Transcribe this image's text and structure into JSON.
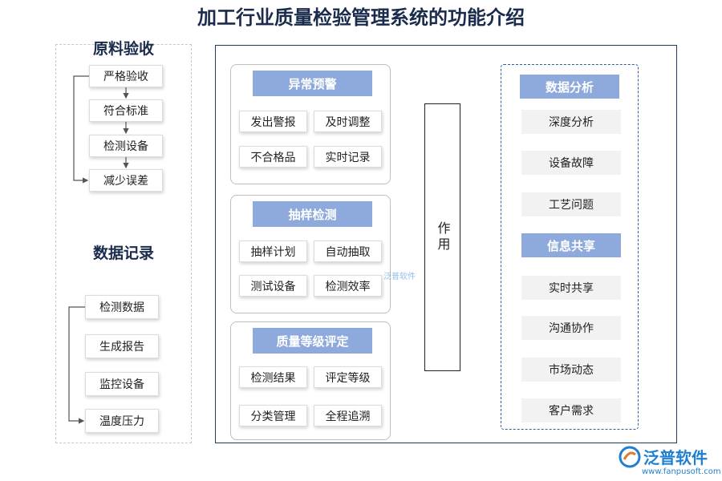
{
  "title": "加工行业质量检验管理系统的功能介绍",
  "raw_material": {
    "heading": "原料验收",
    "items": [
      "严格验收",
      "符合标准",
      "检测设备",
      "减少误差"
    ]
  },
  "data_record": {
    "heading": "数据记录",
    "items": [
      "检测数据",
      "生成报告",
      "监控设备",
      "温度压力"
    ]
  },
  "groups": [
    {
      "heading": "异常预警",
      "items": [
        "发出警报",
        "及时调整",
        "不合格品",
        "实时记录"
      ]
    },
    {
      "heading": "抽样检测",
      "items": [
        "抽样计划",
        "自动抽取",
        "测试设备",
        "检测效率"
      ]
    },
    {
      "heading": "质量等级评定",
      "items": [
        "检测结果",
        "评定等级",
        "分类管理",
        "全程追溯"
      ]
    }
  ],
  "effect_label": "作用",
  "data_analysis": {
    "heading": "数据分析",
    "items": [
      "深度分析",
      "设备故障",
      "工艺问题"
    ]
  },
  "info_share": {
    "heading": "信息共享",
    "items": [
      "实时共享",
      "沟通协作",
      "市场动态",
      "客户需求"
    ]
  },
  "logo": {
    "name": "泛普软件",
    "url": "www.fanpusoft.com"
  },
  "colors": {
    "accent": "#8ea9db",
    "title": "#1a2b4c",
    "frame": "#1f3a5f",
    "logo": "#1f7fd1"
  }
}
